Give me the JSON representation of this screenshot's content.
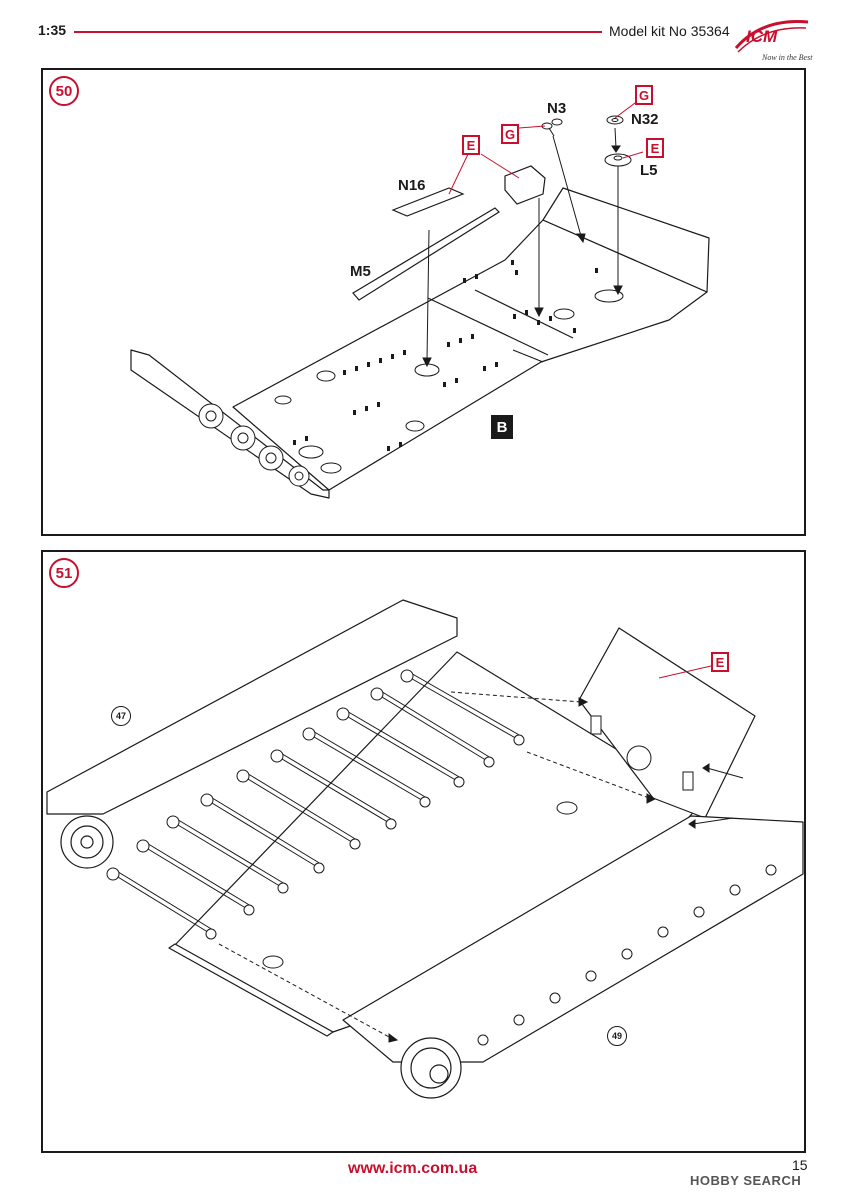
{
  "header": {
    "scale": "1:35",
    "model": "Model kit No 35364",
    "logo_text": "ICM",
    "logo_tagline": "Now in the Best",
    "accent_color": "#c8102e"
  },
  "step50": {
    "number": "50",
    "parts": {
      "n3": "N3",
      "n32": "N32",
      "n16": "N16",
      "l5": "L5",
      "m5": "M5"
    },
    "sprues": {
      "g1": "G",
      "g2": "G",
      "e1": "E",
      "e2": "E"
    },
    "hull_label": "B"
  },
  "step51": {
    "number": "51",
    "sprue_e": "E",
    "ref_left": "47",
    "ref_right": "49"
  },
  "footer": {
    "url": "www.icm.com.ua",
    "page_number": "15",
    "watermark": "HOBBY SEARCH"
  }
}
